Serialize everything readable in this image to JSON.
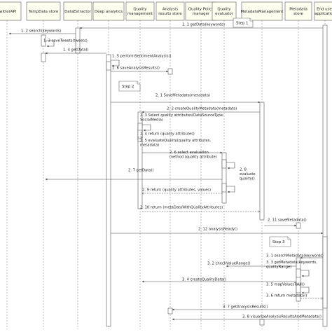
{
  "lifelines": [
    {
      "id": "twitter",
      "label": [
        "TwitterAPI"
      ]
    },
    {
      "id": "temp",
      "label": [
        "TempData store"
      ]
    },
    {
      "id": "extractor",
      "label": [
        "DataExtractor"
      ]
    },
    {
      "id": "deep",
      "label": [
        "Deep analytics"
      ]
    },
    {
      "id": "qm",
      "label": [
        "Quality",
        "management"
      ]
    },
    {
      "id": "ars",
      "label": [
        "Analysis",
        "results store"
      ]
    },
    {
      "id": "qpm",
      "label": [
        "Quality Policy",
        "manager"
      ]
    },
    {
      "id": "qe",
      "label": [
        "Quality",
        "evaluator"
      ]
    },
    {
      "id": "mm",
      "label": [
        "MetadataManagement"
      ]
    },
    {
      "id": "ms",
      "label": [
        "Metadata",
        "store"
      ]
    },
    {
      "id": "end",
      "label": [
        "End user",
        "application"
      ]
    }
  ],
  "notes": [
    {
      "label": "Step 1"
    },
    {
      "label": "Step 2"
    },
    {
      "label": "Step 3"
    }
  ],
  "messages": [
    {
      "label": [
        "1. 1 getData(keywords)"
      ]
    },
    {
      "label": [
        "1. 2 search(keywords)"
      ]
    },
    {
      "label": [
        "1. 3 saveTweets(tweets)"
      ]
    },
    {
      "label": [
        "1. 4 getData()"
      ]
    },
    {
      "label": [
        "1. 5 performSentimentAnalysis()"
      ]
    },
    {
      "label": [
        "1. 6 saveAnalysisResults()"
      ]
    },
    {
      "label": [
        "2. 1 SaveMetadata(metadata)"
      ]
    },
    {
      "label": [
        "2. 2 createQualityMetadata(metadata)"
      ]
    },
    {
      "label": [
        "2. 3 Select quality attributes(DataSourceType:",
        "SocialMedia)"
      ]
    },
    {
      "label": [
        "2. 4 return (quality attributes)"
      ]
    },
    {
      "label": [
        "2. 5 evaluateQuality(quality attributes,",
        "metadata)"
      ]
    },
    {
      "label": [
        "2. 6 select evaluation",
        "method (quality attribute)"
      ]
    },
    {
      "label": [
        "2. 7 getData()"
      ]
    },
    {
      "label": [
        "2. 8",
        "evaluate",
        "quality()"
      ]
    },
    {
      "label": [
        "2. 9 return (quality attributes, values)"
      ]
    },
    {
      "label": [
        "2. 10 return (metaDataWithQualityAttributes)"
      ]
    },
    {
      "label": [
        "2. 11 saveMetadata()"
      ]
    },
    {
      "label": [
        "2. 12 analysisReady()"
      ]
    },
    {
      "label": [
        "3. 1 searchMetadata(keywords)"
      ]
    },
    {
      "label": [
        "3. 2 checkValueRange()"
      ]
    },
    {
      "label": [
        "3. 3 getMetadata(keywords,",
        "qualityRange)"
      ]
    },
    {
      "label": [
        "3. 4 createQualityData()"
      ]
    },
    {
      "label": [
        "3. 5 mapValuesToUI()"
      ]
    },
    {
      "label": [
        "3. 6 return metadata()"
      ]
    },
    {
      "label": [
        "3. 7 getAnalysisResults()"
      ]
    },
    {
      "label": [
        "3. 8 visualizeAnalysisResultsAndMetadata()"
      ]
    }
  ]
}
